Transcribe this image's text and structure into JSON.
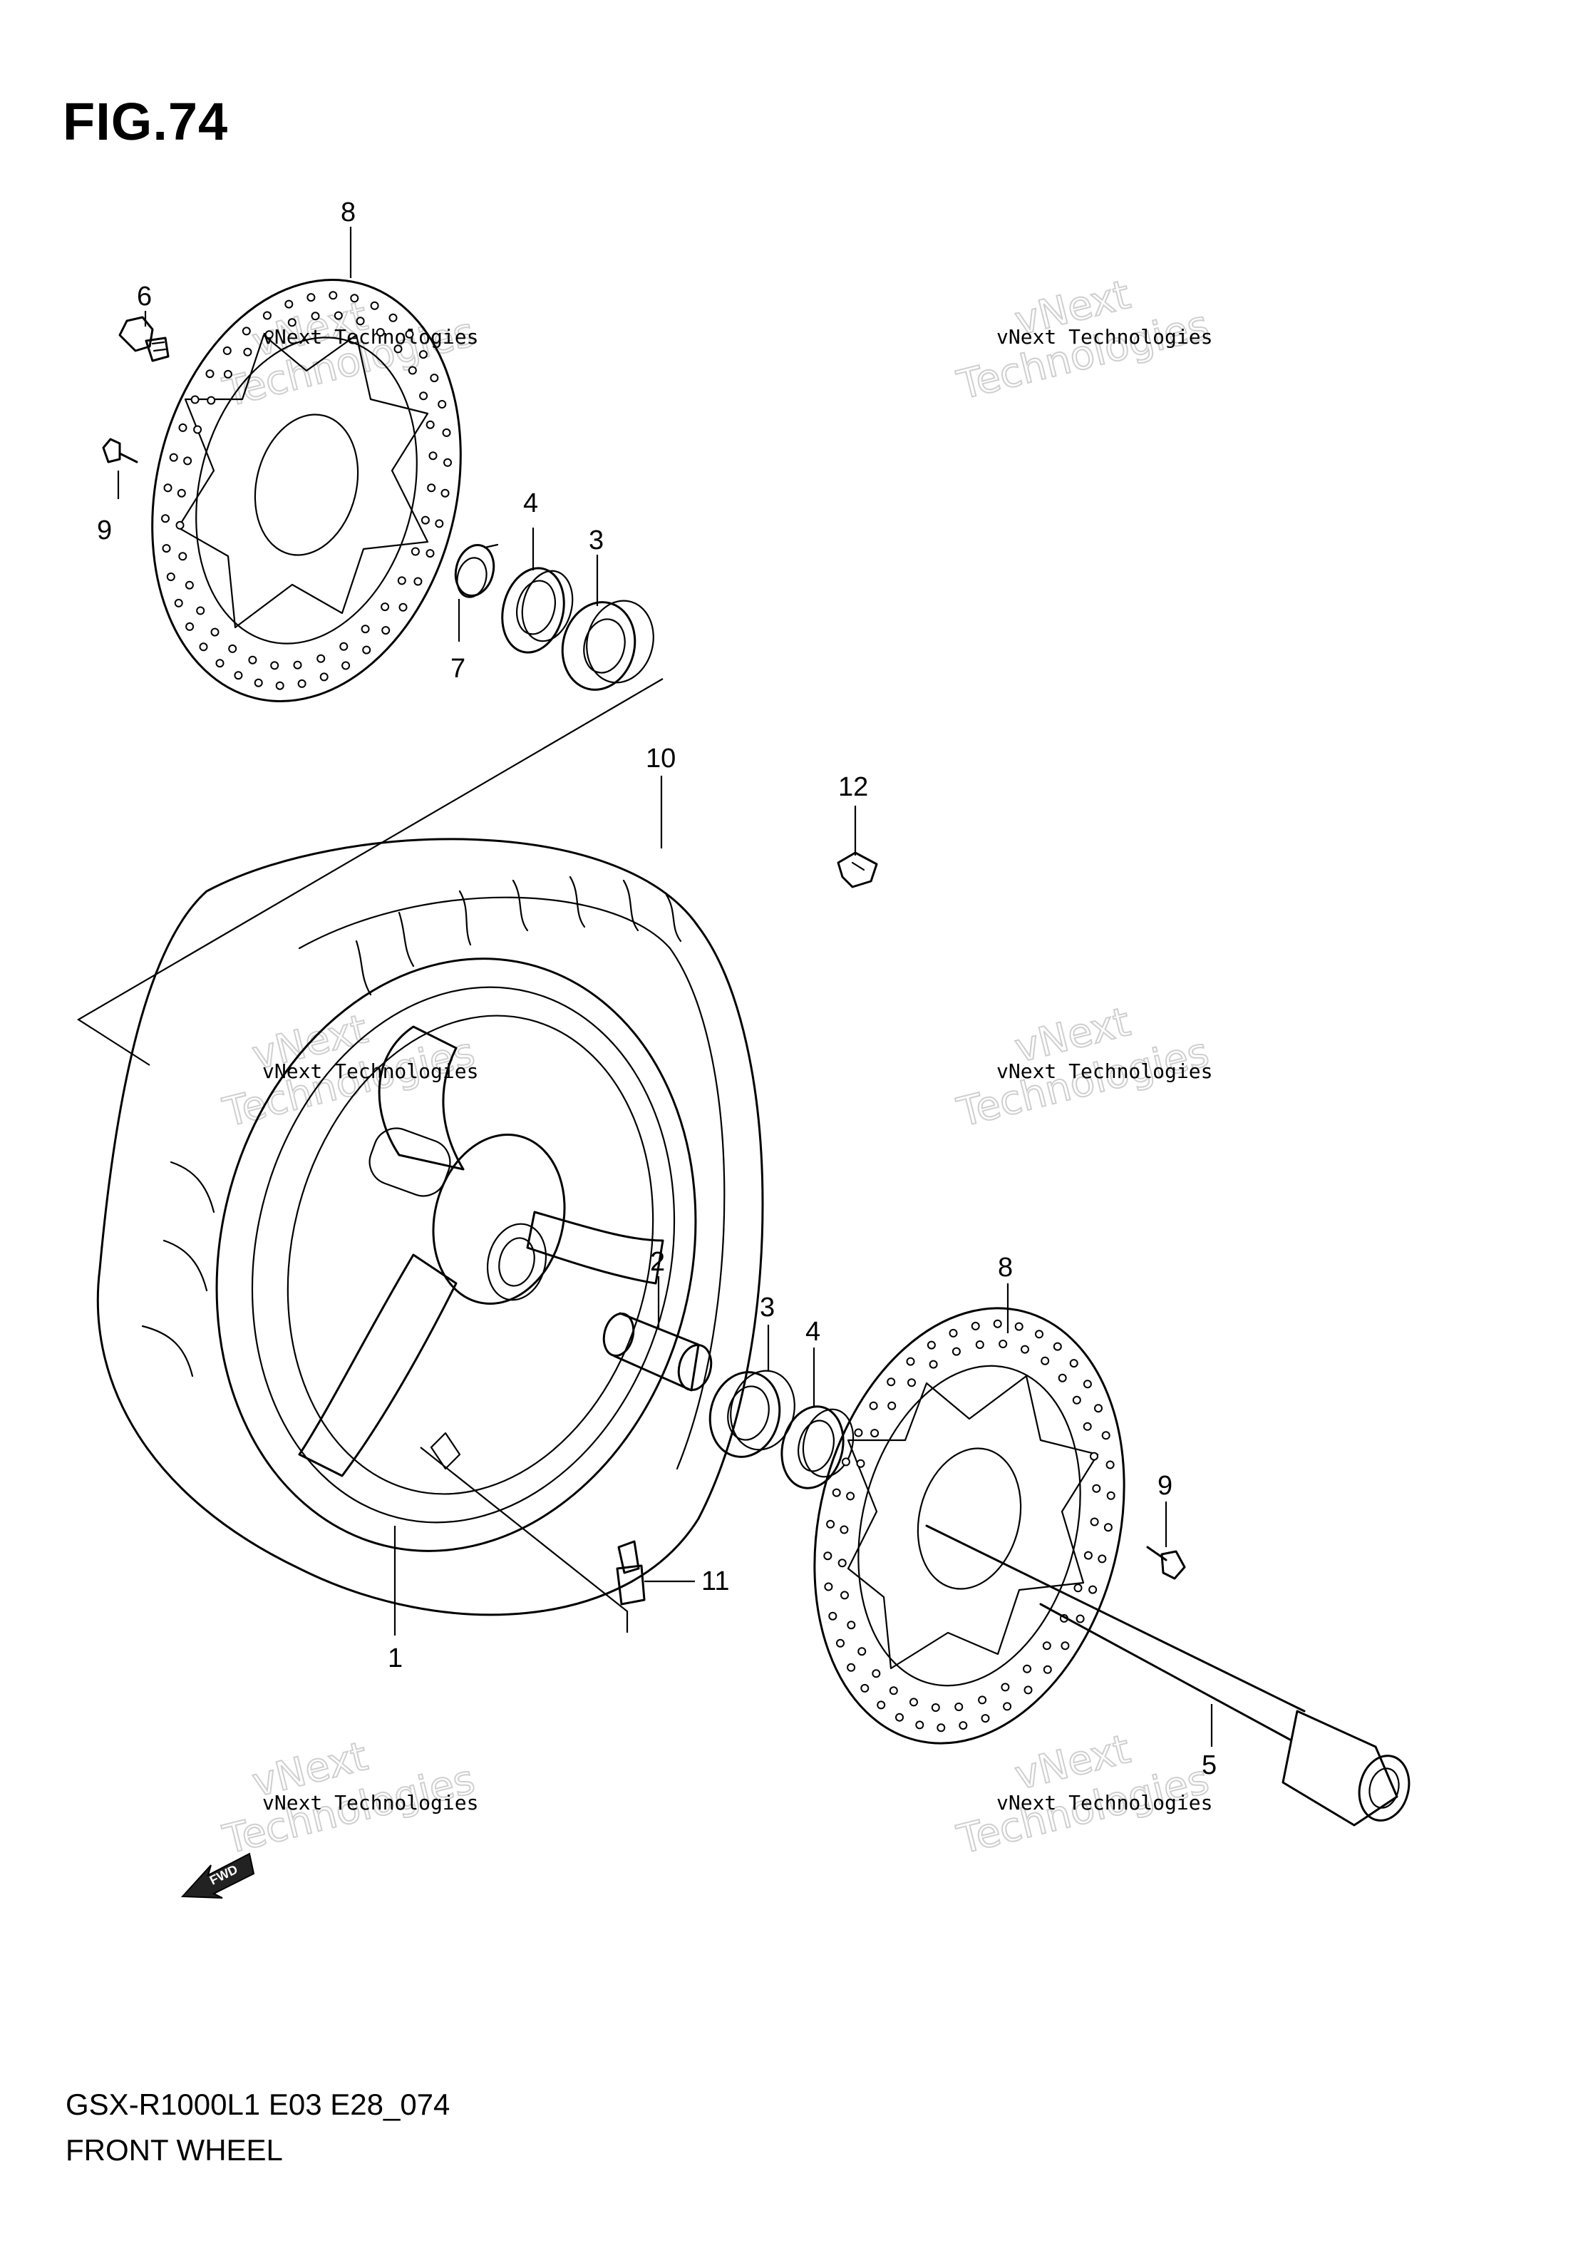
{
  "figure": {
    "title": "FIG.74",
    "model_code": "GSX-R1000L1 E03 E28_074",
    "name": "FRONT WHEEL"
  },
  "callouts": {
    "c1": "1",
    "c2": "2",
    "c3a": "3",
    "c3b": "3",
    "c4a": "4",
    "c4b": "4",
    "c5": "5",
    "c6": "6",
    "c7": "7",
    "c8a": "8",
    "c8b": "8",
    "c9a": "9",
    "c9b": "9",
    "c10": "10",
    "c11": "11",
    "c12": "12"
  },
  "watermark": {
    "small": "vNext Technologies",
    "big_1": "vNext",
    "big_2": "Technologies"
  },
  "fwd_label": "FWD"
}
